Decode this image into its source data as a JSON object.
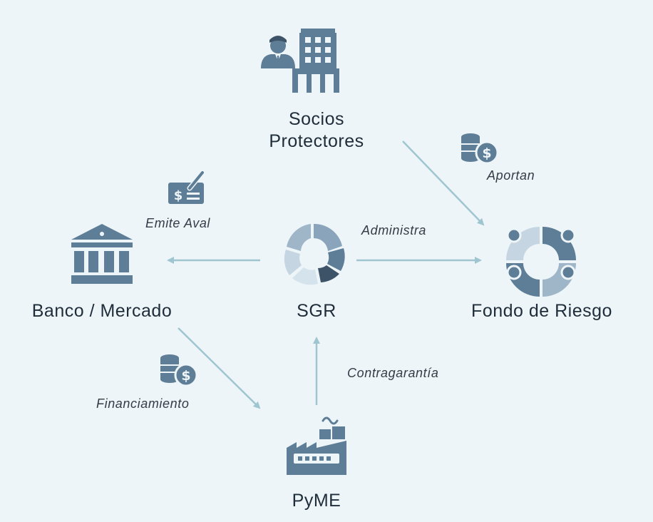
{
  "nodes": {
    "socios": {
      "line1": "Socios",
      "line2": "Protectores"
    },
    "banco": "Banco / Mercado",
    "sgr": "SGR",
    "fondo": "Fondo de Riesgo",
    "pyme": "PyME"
  },
  "edges": {
    "aportan": "Aportan",
    "emite_aval": "Emite Aval",
    "administra": "Administra",
    "financiamiento": "Financiamiento",
    "contragarantia": "Contragarantía"
  },
  "colors": {
    "icon": "#5e7d96",
    "icon_dark": "#3d5468",
    "arrow": "#9fc6d0",
    "background": "#eef5f9"
  }
}
